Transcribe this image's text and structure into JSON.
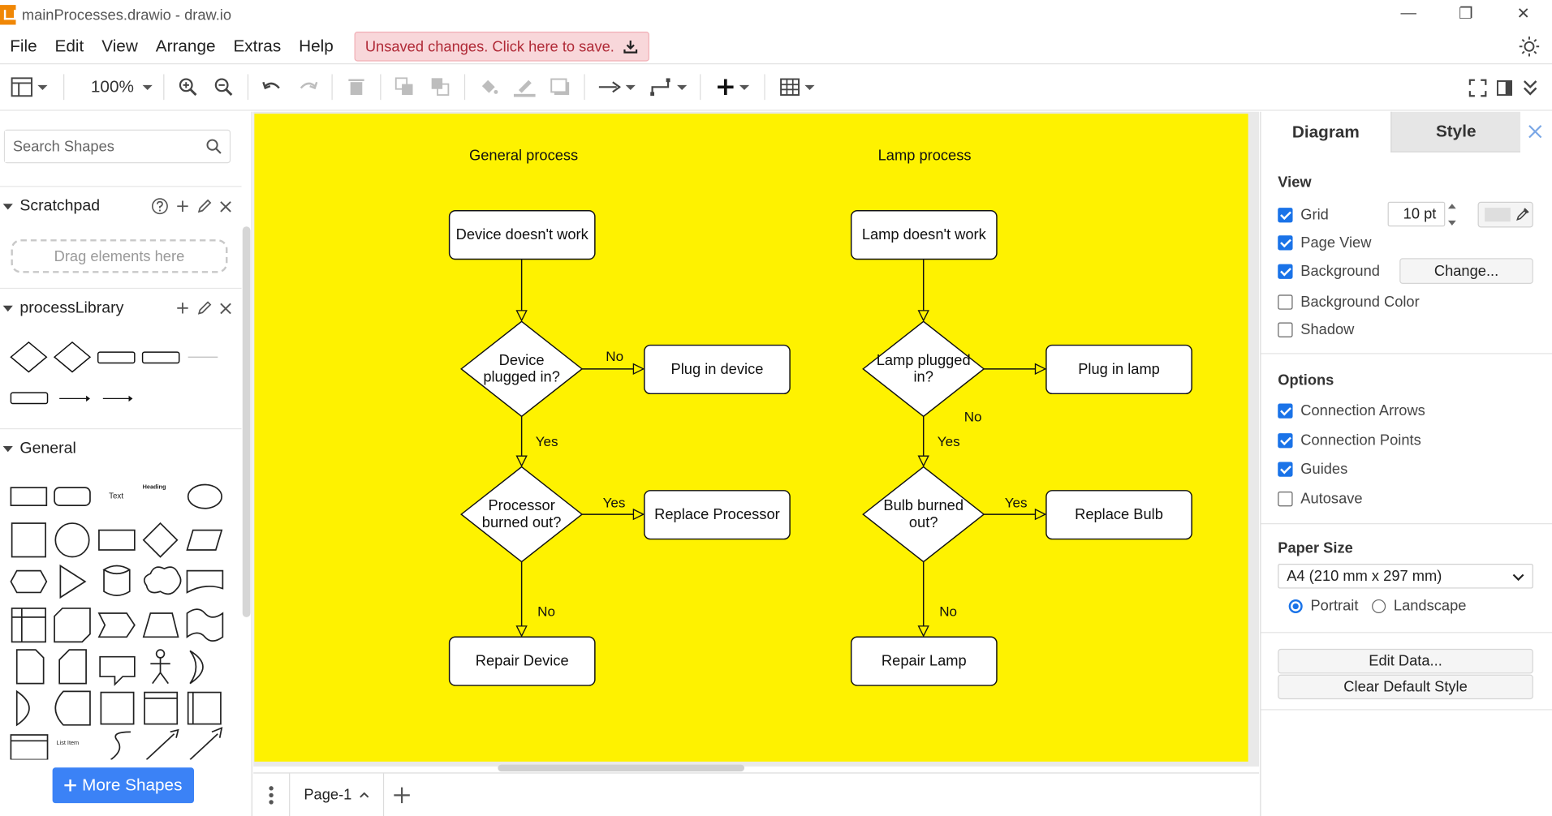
{
  "window": {
    "title": "mainProcesses.drawio - draw.io",
    "controls": [
      "—",
      "❐",
      "✕"
    ]
  },
  "menu": {
    "items": [
      "File",
      "Edit",
      "View",
      "Arrange",
      "Extras",
      "Help"
    ],
    "unsaved_notice": "Unsaved changes. Click here to save."
  },
  "toolbar": {
    "zoom": "100%"
  },
  "sidebar": {
    "search_placeholder": "Search Shapes",
    "scratchpad_title": "Scratchpad",
    "drag_hint": "Drag elements here",
    "library_title": "processLibrary",
    "general_title": "General",
    "more_shapes_label": "More Shapes",
    "shape_text_label": "Text",
    "shape_heading_label": "Heading",
    "shape_list_item_label": "List Item"
  },
  "diagram": {
    "general": {
      "title": "General process",
      "start": "Device doesn't work",
      "decision1": "Device plugged in?",
      "action1": "Plug in device",
      "decision2": "Processor burned out?",
      "action2": "Replace Processor",
      "end": "Repair Device",
      "label_no_1": "No",
      "label_yes_1": "Yes",
      "label_yes_2": "Yes",
      "label_no_2": "No"
    },
    "lamp": {
      "title": "Lamp process",
      "start": "Lamp doesn't work",
      "decision1": "Lamp plugged in?",
      "action1": "Plug in lamp",
      "decision2": "Bulb burned out?",
      "action2": "Replace Bulb",
      "end": "Repair Lamp",
      "label_no_1": "No",
      "label_yes_1": "Yes",
      "label_yes_2": "Yes",
      "label_no_2": "No"
    },
    "background_color": "#fef200"
  },
  "bottombar": {
    "page_tab": "Page-1"
  },
  "panel": {
    "tabs": [
      "Diagram",
      "Style"
    ],
    "view_title": "View",
    "view_options": [
      {
        "label": "Grid",
        "checked": true
      },
      {
        "label": "Page View",
        "checked": true
      },
      {
        "label": "Background",
        "checked": true
      },
      {
        "label": "Background Color",
        "checked": false
      },
      {
        "label": "Shadow",
        "checked": false
      }
    ],
    "grid_size": "10 pt",
    "change_button": "Change...",
    "options_title": "Options",
    "options": [
      {
        "label": "Connection Arrows",
        "checked": true
      },
      {
        "label": "Connection Points",
        "checked": true
      },
      {
        "label": "Guides",
        "checked": true
      },
      {
        "label": "Autosave",
        "checked": false
      }
    ],
    "paper_size_title": "Paper Size",
    "paper_size_value": "A4 (210 mm x 297 mm)",
    "orientation_portrait": "Portrait",
    "orientation_landscape": "Landscape",
    "edit_data_button": "Edit Data...",
    "clear_style_button": "Clear Default Style"
  },
  "colors": {
    "accent": "#1a73e8",
    "more_shapes": "#3b82f6",
    "unsaved_bg": "#f8d7da",
    "unsaved_text": "#b02a37"
  }
}
